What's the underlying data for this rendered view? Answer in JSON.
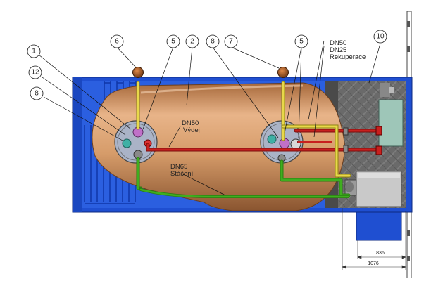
{
  "callouts": {
    "c1": "1",
    "c2": "2",
    "c5a": "5",
    "c5b": "5",
    "c6": "6",
    "c7": "7",
    "c8a": "8",
    "c8b": "8",
    "c10": "10",
    "c12": "12"
  },
  "labels": {
    "dn50_top": "DN50",
    "dn25": "DN25",
    "rekuperace": "Rekuperace",
    "dn50_mid": "DN50",
    "vydej": "Výdej",
    "dn65": "DN65",
    "staceni": "Stáčení"
  },
  "dimensions": {
    "d836": "836",
    "d1076": "1076"
  },
  "colors": {
    "container": "#1f4fd1",
    "tank": "#d69c6a",
    "pipe_yellow": "#e8d84a",
    "pipe_red": "#c8201e",
    "pipe_green": "#3fae1f",
    "equipment_room": "#5a5a5a"
  }
}
